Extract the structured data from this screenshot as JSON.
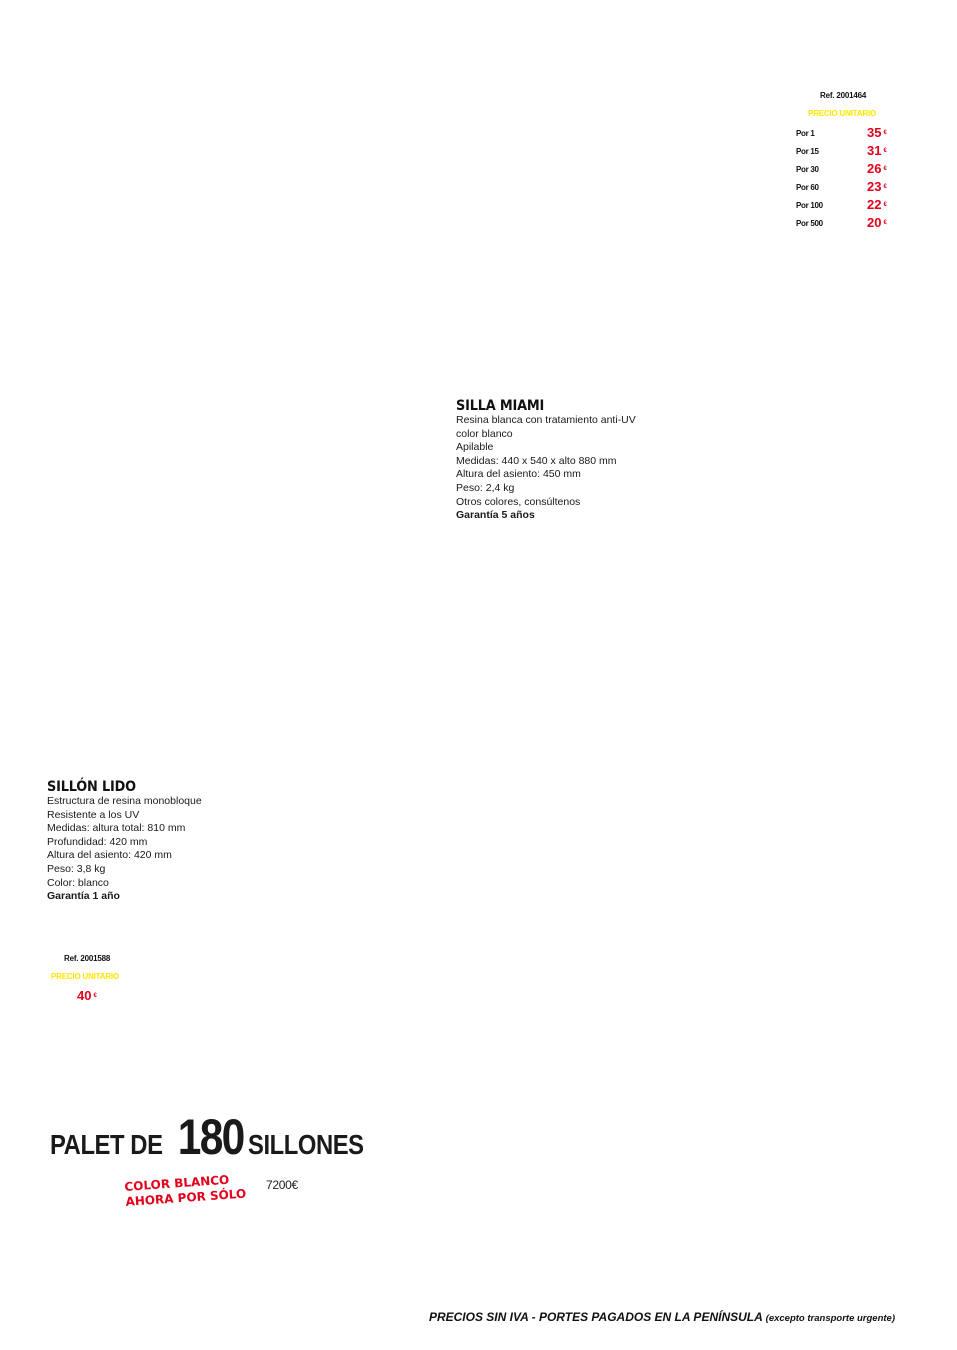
{
  "silla_miami_prices": {
    "ref": "Ref. 2001464",
    "unit_label": "PRECIO UNITARIO",
    "currency": "€",
    "tiers": [
      {
        "label": "Por 1",
        "price": "35"
      },
      {
        "label": "Por 15",
        "price": "31"
      },
      {
        "label": "Por 30",
        "price": "26"
      },
      {
        "label": "Por 60",
        "price": "23"
      },
      {
        "label": "Por 100",
        "price": "22"
      },
      {
        "label": "Por 500",
        "price": "20"
      }
    ]
  },
  "silla_miami": {
    "title": "SILLA MIAMI",
    "lines": [
      "Resina blanca con tratamiento anti-UV",
      "color blanco",
      "Apilable",
      "Medidas: 440 x 540 x alto 880 mm",
      "Altura del asiento: 450 mm",
      "Peso: 2,4 kg",
      "Otros colores, consúltenos"
    ],
    "warranty": "Garantía 5 años"
  },
  "sillon_lido": {
    "title": "SILLÓN LIDO",
    "lines": [
      "Estructura de resina monobloque",
      "Resistente a los UV",
      "Medidas: altura total: 810 mm",
      "Profundidad: 420 mm",
      "Altura del asiento: 420 mm",
      "Peso: 3,8 kg",
      "Color: blanco"
    ],
    "warranty": "Garantía 1 año"
  },
  "sillon_lido_price": {
    "ref": "Ref. 2001588",
    "unit_label": "PRECIO UNITARIO",
    "price": "40",
    "currency": "€"
  },
  "palet": {
    "prefix": "PALET DE",
    "number": "180",
    "suffix": "SILLONES",
    "promo_line1": "COLOR BLANCO",
    "promo_line2": "AHORA POR SÓLO",
    "price": "7200€"
  },
  "footer": {
    "main": "PRECIOS SIN IVA - PORTES PAGADOS EN LA PENÍNSULA",
    "note": "(excepto transporte urgente)"
  },
  "colors": {
    "price_red": "#e3001b",
    "unit_label_yellow": "#ffe600"
  }
}
